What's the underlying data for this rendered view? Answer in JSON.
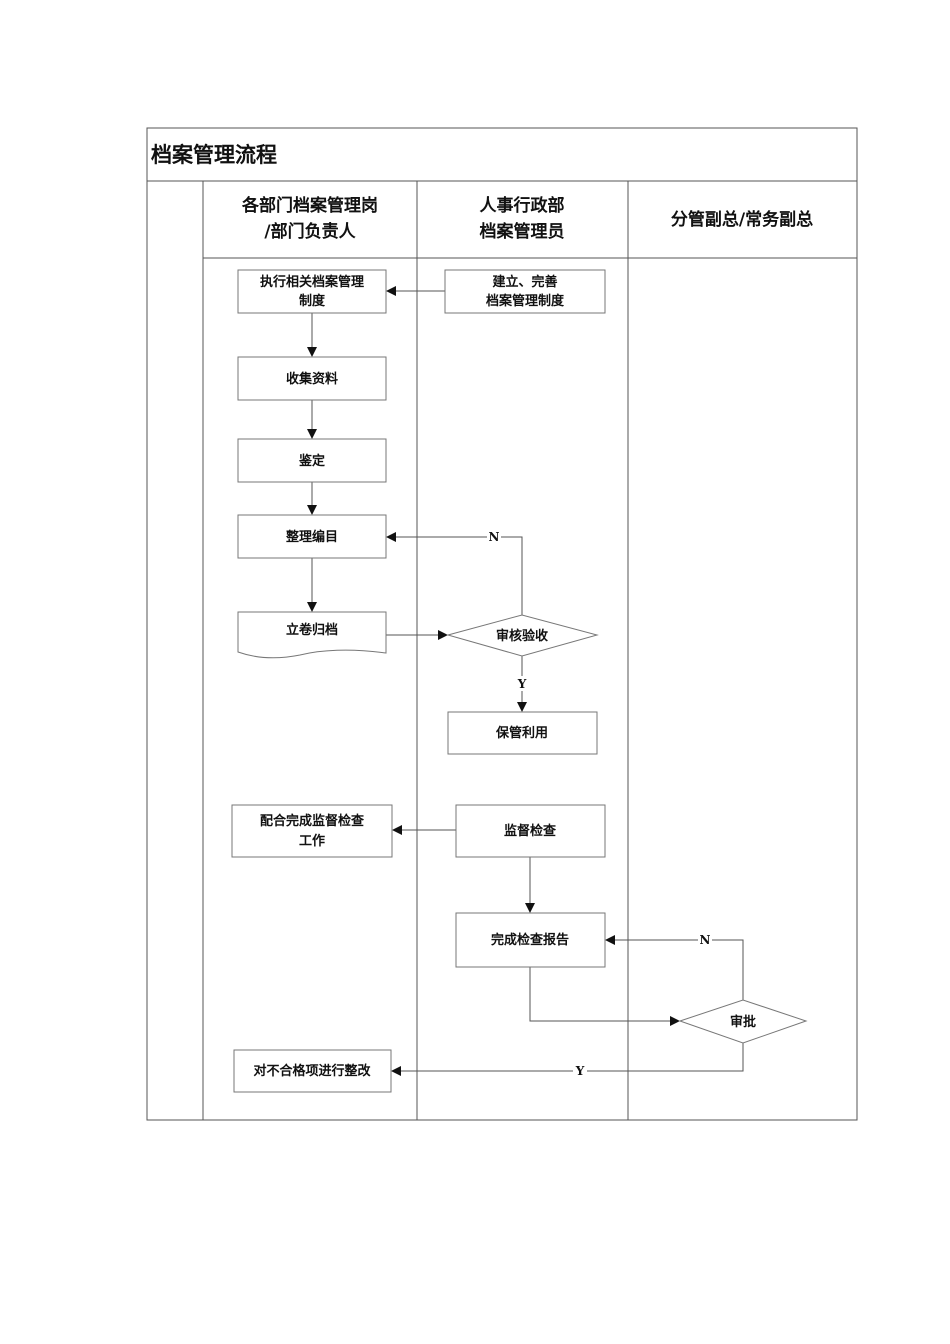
{
  "title": "档案管理流程",
  "lanes": [
    {
      "line1": "各部门档案管理岗",
      "line2": "/部门负责人"
    },
    {
      "line1": "人事行政部",
      "line2": "档案管理员"
    },
    {
      "line1": "分管副总/常务副总"
    }
  ],
  "nodes": {
    "execute": {
      "line1": "执行相关档案管理",
      "line2": "制度"
    },
    "establish": {
      "line1": "建立、完善",
      "line2": "档案管理制度"
    },
    "collect": "收集资料",
    "appraise": "鉴定",
    "organize": "整理编目",
    "file": "立卷归档",
    "review": "审核验收",
    "keep": "保管利用",
    "cooperate": {
      "line1": "配合完成监督检查",
      "line2": "工作"
    },
    "supervise": "监督检查",
    "report": "完成检查报告",
    "approve": "审批",
    "rectify": "对不合格项进行整改"
  },
  "labels": {
    "no": "N",
    "yes": "Y"
  }
}
